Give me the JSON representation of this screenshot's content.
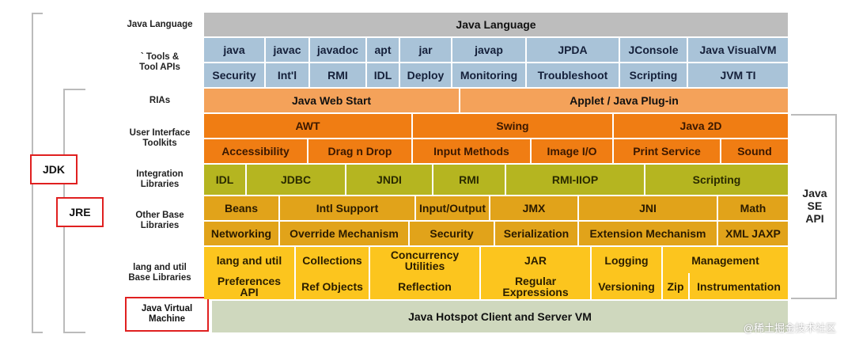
{
  "side": {
    "jdk": "JDK",
    "jre": "JRE",
    "api_line1": "Java",
    "api_line2": "SE",
    "api_line3": "API"
  },
  "labels": {
    "java_language": "Java Language",
    "tools_1": "` Tools &",
    "tools_2": "Tool APIs",
    "rias": "RIAs",
    "ui_1": "User Interface",
    "ui_2": "Toolkits",
    "integration_1": "Integration",
    "integration_2": "Libraries",
    "other_1": "Other Base",
    "other_2": "Libraries",
    "lang_1": "lang and util",
    "lang_2": "Base Libraries",
    "jvm_1": "Java Virtual",
    "jvm_2": "Machine"
  },
  "rows": {
    "java_language": [
      "Java Language"
    ],
    "tools_1": [
      "java",
      "javac",
      "javadoc",
      "apt",
      "jar",
      "javap",
      "JPDA",
      "JConsole",
      "Java VisualVM"
    ],
    "tools_2": [
      "Security",
      "Int'l",
      "RMI",
      "IDL",
      "Deploy",
      "Monitoring",
      "Troubleshoot",
      "Scripting",
      "JVM TI"
    ],
    "rias": [
      "Java Web Start",
      "Applet / Java Plug-in"
    ],
    "ui_1": [
      "AWT",
      "Swing",
      "Java 2D"
    ],
    "ui_2": [
      "Accessibility",
      "Drag n Drop",
      "Input Methods",
      "Image I/O",
      "Print Service",
      "Sound"
    ],
    "integration": [
      "IDL",
      "JDBC",
      "JNDI",
      "RMI",
      "RMI-IIOP",
      "Scripting"
    ],
    "other_1": [
      "Beans",
      "Intl Support",
      "Input/Output",
      "JMX",
      "JNI",
      "Math"
    ],
    "other_2": [
      "Networking",
      "Override Mechanism",
      "Security",
      "Serialization",
      "Extension Mechanism",
      "XML JAXP"
    ],
    "lang_1": [
      "lang and util",
      "Collections",
      "Concurrency Utilities",
      "JAR",
      "Logging",
      "Management"
    ],
    "lang_2": [
      "Preferences API",
      "Ref Objects",
      "Reflection",
      "Regular Expressions",
      "Versioning",
      "Zip",
      "Instrumentation"
    ],
    "jvm": [
      "Java Hotspot Client and Server VM"
    ]
  },
  "watermark": "@稀土掘金技术社区"
}
